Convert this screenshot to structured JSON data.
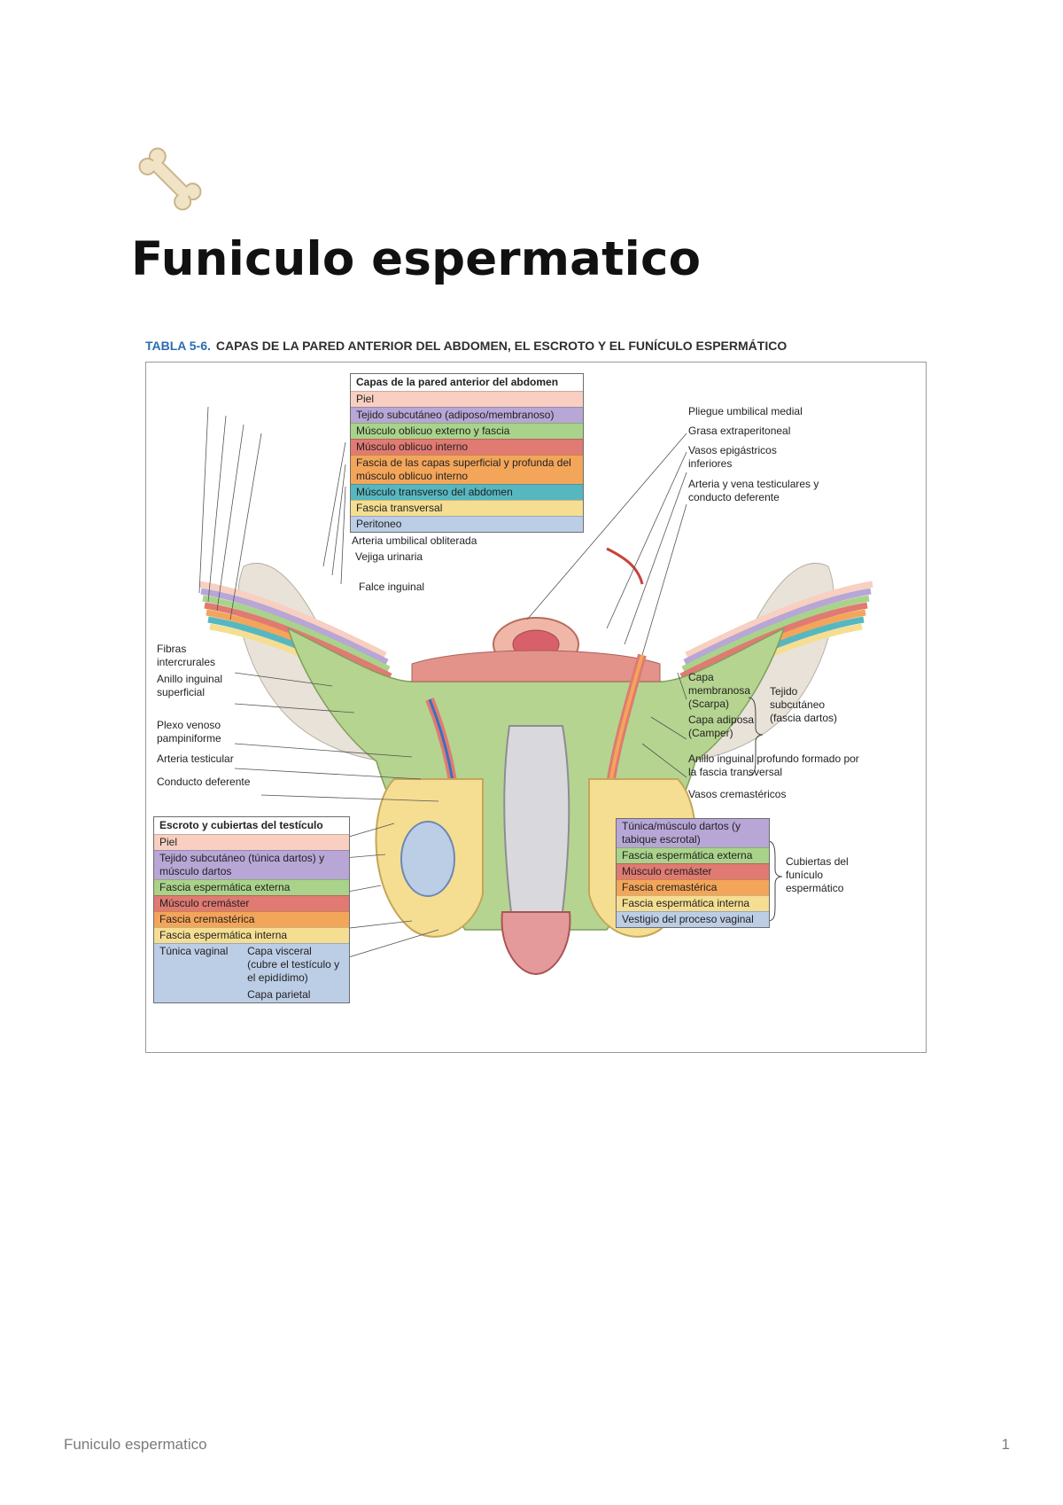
{
  "page": {
    "icon": "bone-icon",
    "title": "Funiculo espermatico"
  },
  "figure": {
    "caption_number": "TABLA 5-6.",
    "caption_text": "CAPAS DE LA PARED ANTERIOR DEL ABDOMEN, EL ESCROTO Y EL FUNÍCULO ESPERMÁTICO",
    "abdomen_legend": {
      "header": "Capas de la pared anterior del abdomen",
      "rows": [
        {
          "text": "Piel",
          "color": "#f8cfc0"
        },
        {
          "text": "Tejido subcutáneo (adiposo/membranoso)",
          "color": "#b7a6d6"
        },
        {
          "text": "Músculo oblicuo externo y fascia",
          "color": "#a9d38a"
        },
        {
          "text": "Músculo oblicuo interno",
          "color": "#e07a72"
        },
        {
          "text": "Fascia de las capas superficial y profunda del músculo oblicuo interno",
          "color": "#f3a55a"
        },
        {
          "text": "Músculo transverso del abdomen",
          "color": "#57b7c0"
        },
        {
          "text": "Fascia transversal",
          "color": "#f5de92"
        },
        {
          "text": "Peritoneo",
          "color": "#bccde6"
        }
      ]
    },
    "scrotum_legend": {
      "header": "Escroto y cubiertas del testículo",
      "rows": [
        {
          "text": "Piel",
          "color": "#f8cfc0"
        },
        {
          "text": "Tejido subcutáneo (túnica dartos) y músculo dartos",
          "color": "#b7a6d6"
        },
        {
          "text": "Fascia espermática externa",
          "color": "#a9d38a"
        },
        {
          "text": "Músculo cremáster",
          "color": "#e07a72"
        },
        {
          "text": "Fascia cremastérica",
          "color": "#f3a55a"
        },
        {
          "text": "Fascia espermática interna",
          "color": "#f5de92"
        }
      ],
      "tunica_label": "Túnica vaginal",
      "visceral": "Capa visceral (cubre el testículo y el epidídimo)",
      "parietal": "Capa parietal",
      "tunica_color": "#bccde6"
    },
    "cord_legend": {
      "rows": [
        {
          "text": "Túnica/músculo dartos (y tabique escrotal)",
          "color": "#b7a6d6"
        },
        {
          "text": "Fascia espermática externa",
          "color": "#a9d38a"
        },
        {
          "text": "Músculo cremáster",
          "color": "#e07a72"
        },
        {
          "text": "Fascia cremastérica",
          "color": "#f3a55a"
        },
        {
          "text": "Fascia espermática interna",
          "color": "#f5de92"
        },
        {
          "text": "Vestigio del proceso vaginal",
          "color": "#bccde6"
        }
      ],
      "brace_label": "Cubiertas del funículo espermático"
    },
    "labels": {
      "pliegue": "Pliegue umbilical medial",
      "grasa": "Grasa extraperitoneal",
      "vasos_epi": "Vasos epigástricos inferiores",
      "arteria_vena": "Arteria y vena testiculares y conducto deferente",
      "arteria_umb": "Arteria umbilical obliterada",
      "vejiga": "Vejiga urinaria",
      "falce": "Falce inguinal",
      "fibras": "Fibras intercrurales",
      "anillo_sup": "Anillo inguinal superficial",
      "plexo": "Plexo venoso pampiniforme",
      "arteria_test": "Arteria testicular",
      "conducto": "Conducto deferente",
      "capa_mem": "Capa membranosa (Scarpa)",
      "capa_adip": "Capa adiposa (Camper)",
      "tejido_sub": "Tejido subcutáneo (fascia dartos)",
      "anillo_prof": "Anillo inguinal profundo formado por la fascia transversal",
      "vasos_crem": "Vasos cremastéricos"
    }
  },
  "footer": {
    "title": "Funiculo espermatico",
    "page_number": "1"
  }
}
